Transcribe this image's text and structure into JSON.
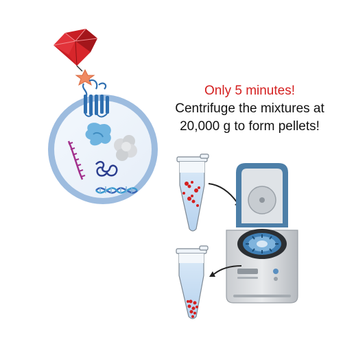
{
  "caption": {
    "highlight": "Only 5 minutes!",
    "line1": "Centrifuge the mixtures at",
    "line2": "20,000 g to form pellets!"
  },
  "colors": {
    "highlight_text": "#d42020",
    "gem": "#d7262b",
    "vesicle_membrane": "#9dbcdf",
    "receptor": "#2f6fb0",
    "centrifuge_lid": "#4d7fa8",
    "pellet": "#d42020"
  },
  "icons": [
    "gem-icon",
    "membrane-vesicle",
    "receptor-icon",
    "protein-icon",
    "dna-icon",
    "rna-icon",
    "tube-icon",
    "centrifuge-icon",
    "arrow-icon"
  ]
}
